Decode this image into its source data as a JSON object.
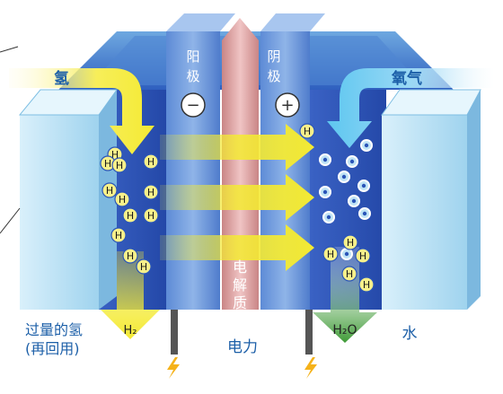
{
  "labels": {
    "hydrogen_in": "氢",
    "oxygen_in": "氧气",
    "anode_left": "阳极",
    "anode_right": "阴极",
    "electrolyte": "电解质",
    "excess_hydrogen_line1": "过量的氢",
    "excess_hydrogen_line2": "(再回用)",
    "electricity": "电力",
    "water": "水",
    "h2_out": "H₂",
    "h2o_out": "H₂O",
    "h_particle": "H",
    "minus_symbol": "−",
    "plus_symbol": "+"
  },
  "colors": {
    "dark_blue": "#2a55b8",
    "light_blue": "#bfe3f5",
    "yellow": "#f4ea33",
    "electrolyte": "#d99b9b",
    "oxygen_arrow": "#5ec7f0",
    "water_green": "#4aa040",
    "label_blue": "#1c5fa8"
  },
  "icons": [
    "minus-icon",
    "plus-icon",
    "lightning-icon"
  ]
}
